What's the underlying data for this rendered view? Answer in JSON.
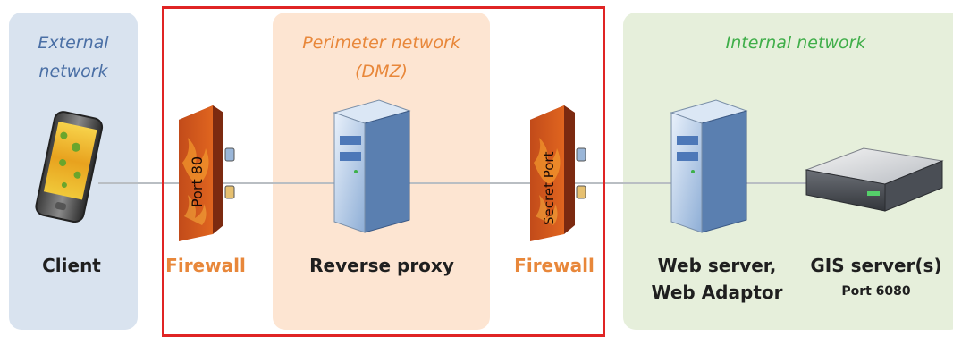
{
  "zones": {
    "external": {
      "title": "External\nnetwork",
      "color": "#4a6fa5"
    },
    "dmz": {
      "title": "Perimeter  network\n(DMZ)",
      "color": "#e8873a"
    },
    "internal": {
      "title": "Internal network",
      "color": "#3fae49"
    }
  },
  "nodes": {
    "client": {
      "label": "Client",
      "icon": "smartphone-icon"
    },
    "firewall1": {
      "label": "Firewall",
      "wall_text": "Port 80",
      "icon": "firewall-icon"
    },
    "reverse_proxy": {
      "label": "Reverse proxy",
      "icon": "server-tower-icon"
    },
    "firewall2": {
      "label": "Firewall",
      "wall_text": "Secret Port",
      "icon": "firewall-icon"
    },
    "web_server": {
      "label": "Web server,\nWeb Adaptor",
      "icon": "server-tower-icon"
    },
    "gis_server": {
      "label": "GIS server(s)",
      "sublabel": "Port 6080",
      "icon": "rack-server-icon"
    }
  },
  "colors": {
    "firewall_label": "#e8873a",
    "highlight": "#e02424",
    "text": "#1f1f1f"
  }
}
